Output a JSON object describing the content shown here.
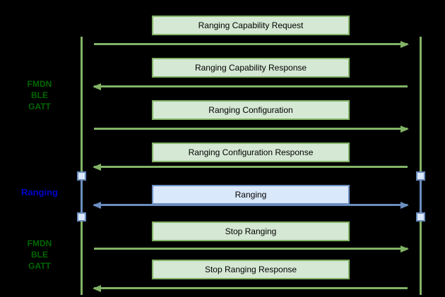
{
  "diagram": {
    "background_color": "#000000",
    "colors": {
      "green_fill": "#d5e8d4",
      "green_stroke": "#82b366",
      "blue_fill": "#dae8fc",
      "blue_stroke": "#6c8ebf",
      "phase_green_text": "#006600",
      "phase_blue_text": "#0000cc",
      "message_text": "#000000"
    },
    "phases": [
      {
        "lines": [
          "FMDN",
          "BLE",
          "GATT"
        ],
        "color": "green"
      },
      {
        "lines": [
          "Ranging"
        ],
        "color": "blue"
      },
      {
        "lines": [
          "FMDN",
          "BLE",
          "GATT"
        ],
        "color": "green"
      }
    ],
    "messages": [
      {
        "label": "Ranging Capability Request",
        "direction": "right",
        "style": "green"
      },
      {
        "label": "Ranging Capability Response",
        "direction": "left",
        "style": "green"
      },
      {
        "label": "Ranging Configuration",
        "direction": "right",
        "style": "green"
      },
      {
        "label": "Ranging Configuration Response",
        "direction": "left",
        "style": "green"
      },
      {
        "label": "Ranging",
        "direction": "both",
        "style": "blue"
      },
      {
        "label": "Stop Ranging",
        "direction": "right",
        "style": "green"
      },
      {
        "label": "Stop Ranging Response",
        "direction": "left",
        "style": "green"
      }
    ]
  }
}
